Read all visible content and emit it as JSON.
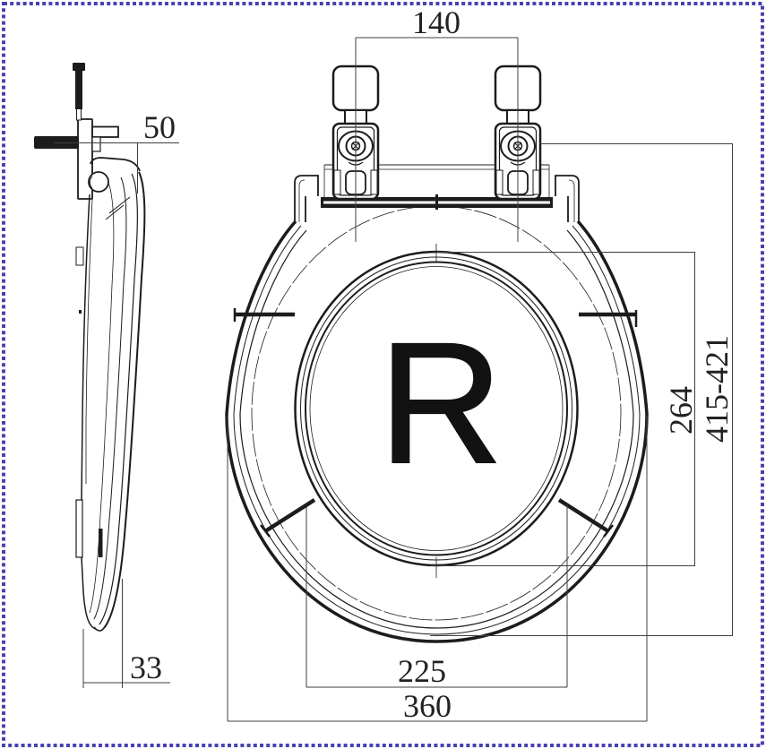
{
  "page": {
    "background": "#ffffff",
    "border_color": "#4a41b0",
    "line_color": "#1c1c1c"
  },
  "drawing": {
    "seat_marking": "R",
    "dimensions": {
      "hinge_bolt_spacing": "140",
      "hinge_side_offset": "50",
      "profile_bottom_thickness": "33",
      "inner_cutout_width": "225",
      "overall_width": "360",
      "inner_cutout_length": "264",
      "overall_length_range": "415-421"
    }
  }
}
